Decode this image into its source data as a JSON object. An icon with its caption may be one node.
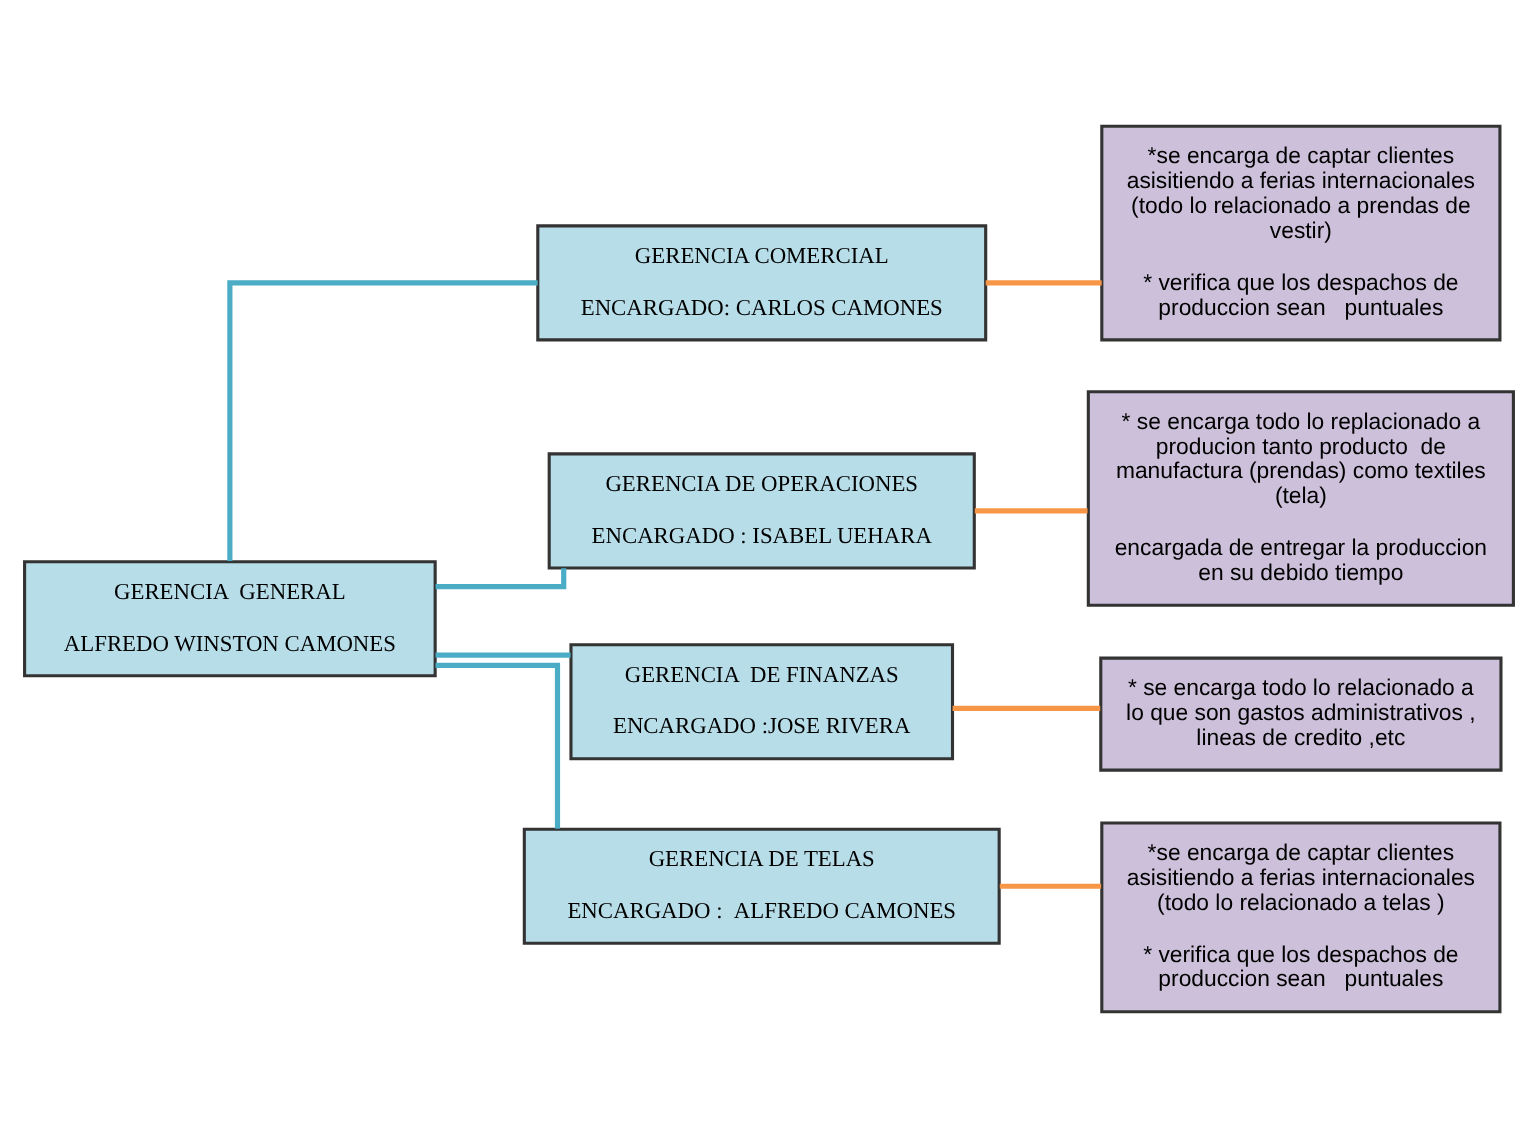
{
  "diagram": {
    "nodes": [
      {
        "text": [
          "GERENCIA  GENERAL",
          "ALFREDO WINSTON CAMONES"
        ]
      },
      {
        "text": [
          "GERENCIA COMERCIAL",
          "ENCARGADO: CARLOS CAMONES"
        ]
      },
      {
        "text": [
          "*se encarga de captar clientes asisitiendo a ferias internacionales (todo lo relacionado a prendas de vestir)",
          "* verifica que los despachos de produccion sean   puntuales"
        ]
      },
      {
        "text": [
          "GERENCIA DE OPERACIONES",
          "ENCARGADO : ISABEL UEHARA"
        ]
      },
      {
        "text": [
          "* se encarga todo lo replacionado a producion tanto producto  de manufactura (prendas) como textiles (tela)",
          "encargada de entregar la produccion en su debido tiempo"
        ]
      },
      {
        "text": [
          "GERENCIA  DE FINANZAS",
          "ENCARGADO :JOSE RIVERA"
        ]
      },
      {
        "text": [
          "* se encarga todo lo relacionado a lo que son gastos administrativos , lineas de credito ,etc"
        ]
      },
      {
        "text": [
          "GERENCIA DE TELAS",
          "ENCARGADO :  ALFREDO CAMONES"
        ]
      },
      {
        "text": [
          "*se encarga de captar clientes asisitiendo a ferias internacionales (todo lo relacionado a telas )",
          "* verifica que los despachos de produccion sean   puntuales"
        ]
      }
    ],
    "edges": [
      {
        "from": 0,
        "to": 1,
        "arrow": "none",
        "color": "#4bacc6"
      },
      {
        "from": 0,
        "to": 3,
        "arrow": "none",
        "color": "#4bacc6"
      },
      {
        "from": 0,
        "to": 5,
        "arrow": "none",
        "color": "#4bacc6"
      },
      {
        "from": 0,
        "to": 7,
        "arrow": "none",
        "color": "#4bacc6"
      },
      {
        "from": 1,
        "to": 2,
        "arrow": "none",
        "color": "#f79646"
      },
      {
        "from": 3,
        "to": 4,
        "arrow": "none",
        "color": "#f79646"
      },
      {
        "from": 5,
        "to": 6,
        "arrow": "none",
        "color": "#f79646"
      },
      {
        "from": 7,
        "to": 8,
        "arrow": "none",
        "color": "#f79646"
      }
    ]
  }
}
